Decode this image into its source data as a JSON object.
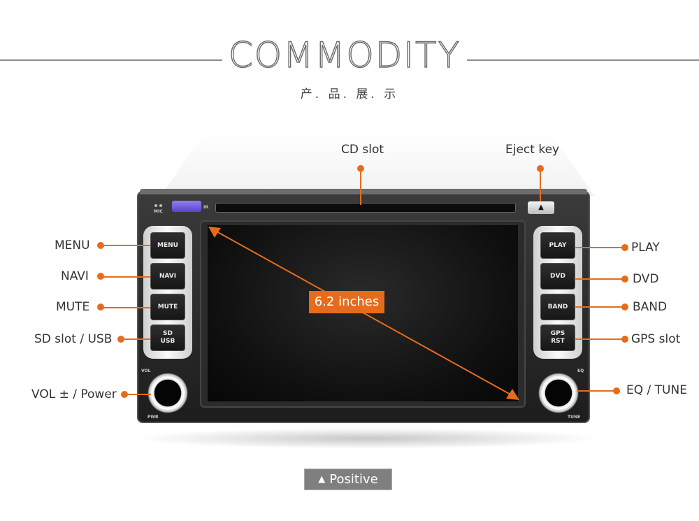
{
  "header": {
    "title": "COMMODITY",
    "subtitle": "产. 品. 展. 示"
  },
  "callouts": {
    "cd_slot": "CD slot",
    "eject_key": "Eject key",
    "menu": "MENU",
    "navi": "NAVI",
    "mute": "MUTE",
    "sd_usb": "SD slot / USB",
    "vol_power": "VOL ± / Power",
    "play": "PLAY",
    "dvd": "DVD",
    "band": "BAND",
    "gps_slot": "GPS slot",
    "eq_tune": "EQ / TUNE"
  },
  "device": {
    "left_buttons": [
      "MENU",
      "NAVI",
      "MUTE",
      "SD\nUSB"
    ],
    "right_buttons": [
      "PLAY",
      "DVD",
      "BAND",
      "GPS\nRST"
    ],
    "mic_label": "MIC",
    "ir_label": "IR",
    "vol_label": "VOL",
    "pwr_label": "PWR",
    "eq_label": "EQ",
    "tune_label": "TUNE",
    "eject_glyph": "▲"
  },
  "screen_size": "6.2 inches",
  "view_tag": {
    "icon": "▲",
    "label": "Positive"
  },
  "colors": {
    "accent": "#e56c1c",
    "tag_bg": "#7f7f7f"
  }
}
